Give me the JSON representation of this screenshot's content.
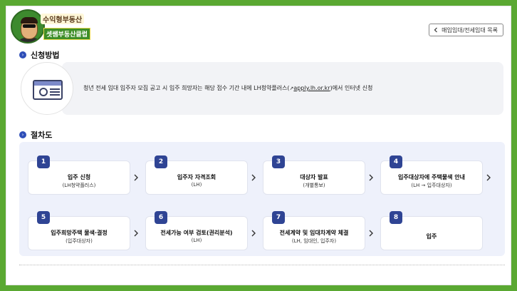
{
  "logo": {
    "line1": "수익형부동산",
    "line2": "셋쌤부동산클럽"
  },
  "header": {
    "list_button_label": "매입임대/전세임대 목록"
  },
  "apply": {
    "section_title": "신청방법",
    "text_before": "청년 전세 임대 입주자 모집 공고 시 입주 희망자는 해당 접수 기간 내에 LH청약플러스(",
    "link_text": "apply.lh.or.kr",
    "text_after": ")에서 인터넷 신청"
  },
  "procedure": {
    "section_title": "절차도",
    "steps": [
      {
        "num": "1",
        "title": "입주 신청",
        "sub": "(LH청약플러스)"
      },
      {
        "num": "2",
        "title": "입주자 자격조회",
        "sub": "(LH)"
      },
      {
        "num": "3",
        "title": "대상자 발표",
        "sub": "(개별통보)"
      },
      {
        "num": "4",
        "title": "입주대상자에 주택물색 안내",
        "sub": "(LH → 입주대상자)"
      },
      {
        "num": "5",
        "title": "입주희망주택 물색·결정",
        "sub": "(입주대상자)"
      },
      {
        "num": "6",
        "title": "전세가능 여부 검토(권리분석)",
        "sub": "(LH)"
      },
      {
        "num": "7",
        "title": "전세계약 및 임대차계약 체결",
        "sub": "(LH, 임대인, 입주자)"
      },
      {
        "num": "8",
        "title": "입주",
        "sub": ""
      }
    ]
  },
  "colors": {
    "accent": "#2f4494",
    "background_frame": "#5aa832",
    "step_area": "#eef1fb"
  },
  "icons": {
    "section": "chevron-right-circle-icon",
    "apply": "browser-check-icon",
    "link": "external-link-icon",
    "back": "chevron-left-icon"
  }
}
